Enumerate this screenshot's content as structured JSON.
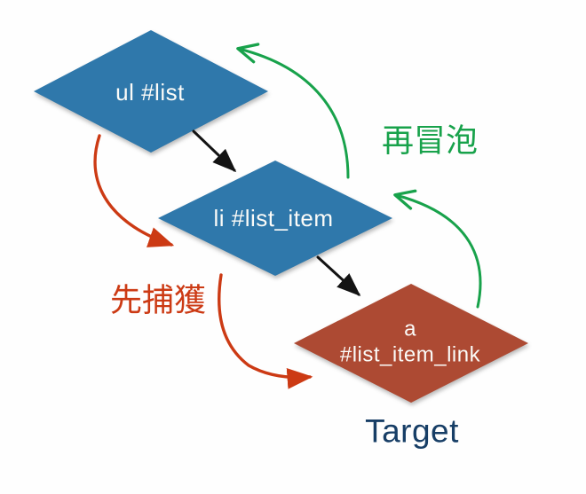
{
  "diagram": {
    "title_hint": "DOM event propagation: capture then bubble",
    "colors": {
      "background": "#fefefe",
      "node_blue": "#2f78ab",
      "node_red": "#ad4a33",
      "node_text": "#fbfbf8",
      "arrow_black": "#131313",
      "arrow_red": "#cc3a14",
      "arrow_green": "#18a24b",
      "label_capture": "#cc3a14",
      "label_bubble": "#18a24b",
      "label_target": "#173e66"
    },
    "nodes": [
      {
        "id": "ul",
        "label": "ul #list"
      },
      {
        "id": "li",
        "label": "li #list_item"
      },
      {
        "id": "a",
        "label_line1": "a",
        "label_line2": "#list_item_link"
      }
    ],
    "annotations": {
      "capture_label": "先捕獲",
      "bubble_label": "再冒泡",
      "target_label": "Target"
    }
  }
}
